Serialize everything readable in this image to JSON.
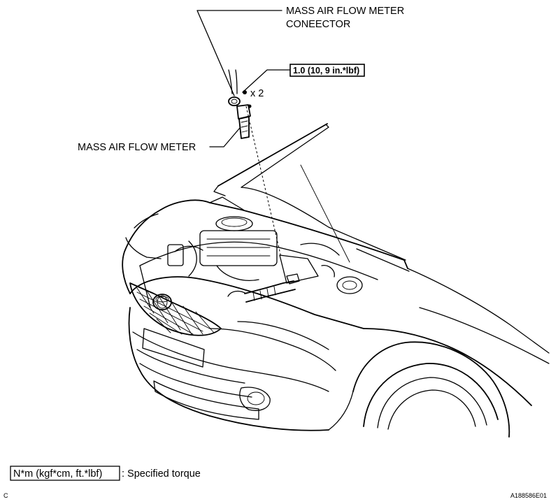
{
  "labels": {
    "connector_line1": "MASS AIR FLOW METER",
    "connector_line2": "CONEECTOR",
    "torque_value": "1.0 (10, 9 in.*lbf)",
    "bolt_qty": "x 2",
    "meter": "MASS AIR FLOW METER"
  },
  "legend": {
    "unit_box": "N*m (kgf*cm, ft.*lbf)",
    "description": ": Specified torque"
  },
  "footer": {
    "left_code": "C",
    "figure_id": "A188586E01"
  }
}
